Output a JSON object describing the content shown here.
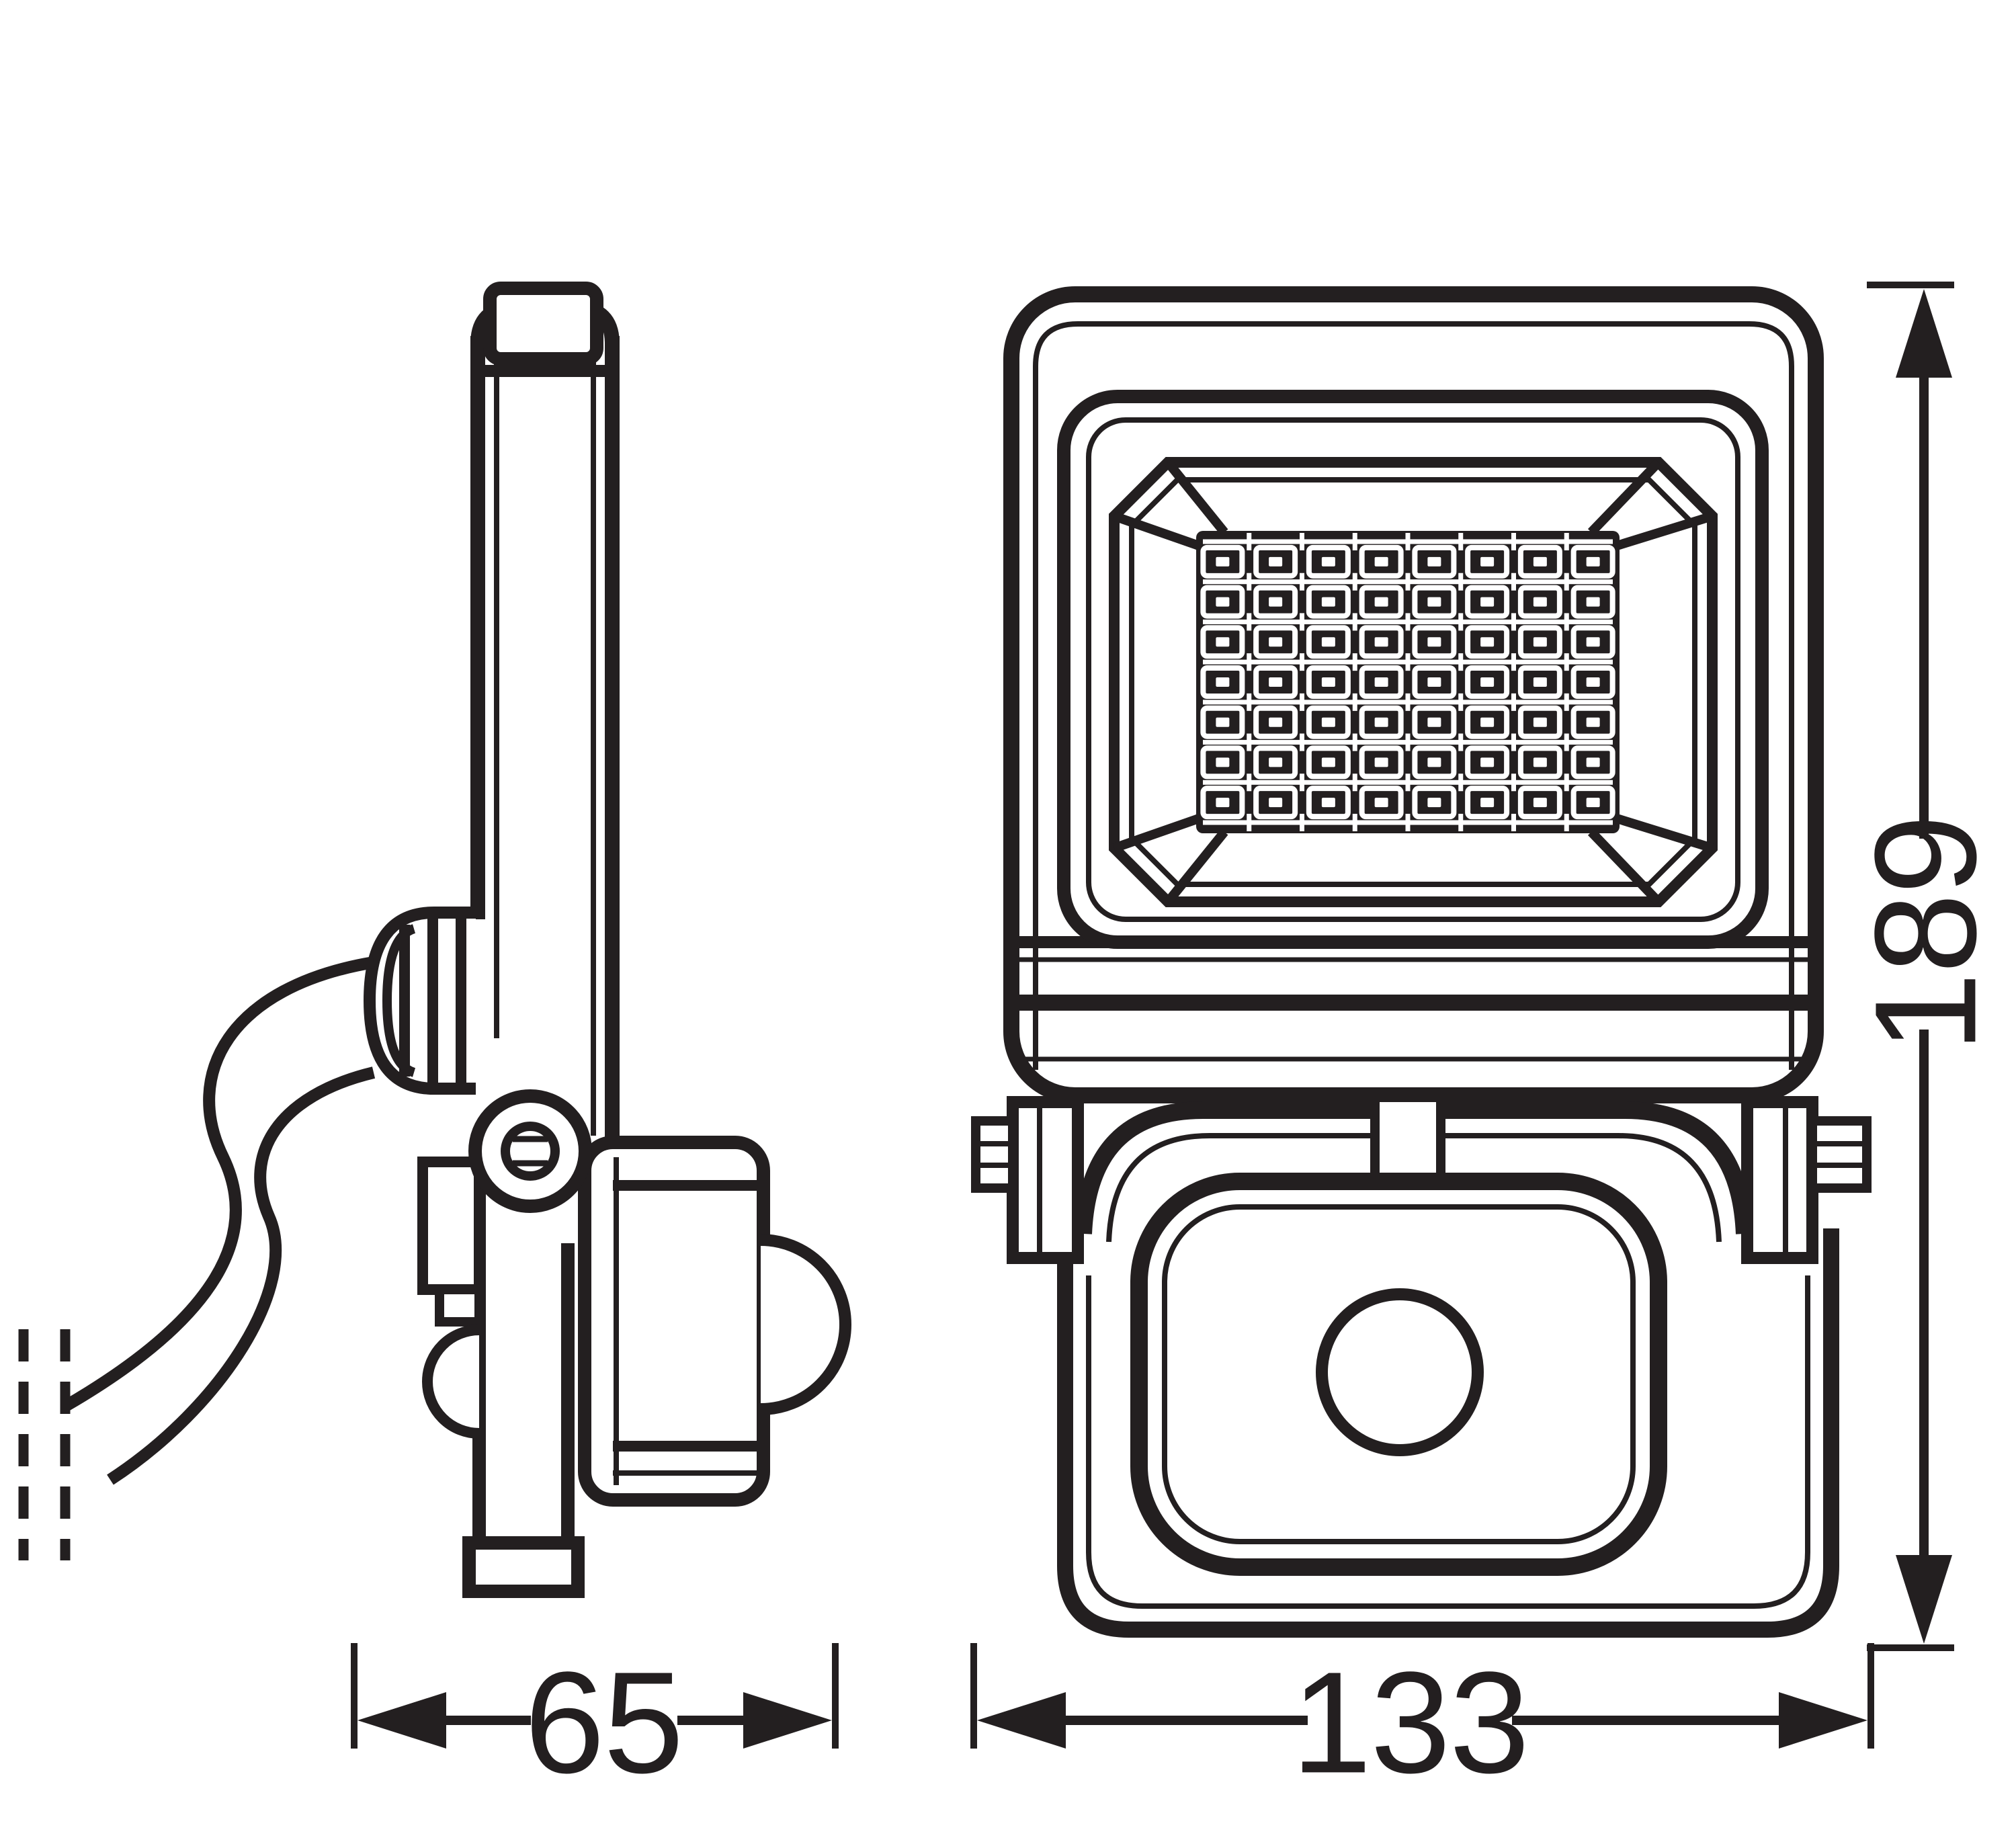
{
  "drawing_title": "floodlight-dimension-drawing",
  "colors": {
    "ink": "#231f20",
    "background": "#ffffff"
  },
  "dimensions": {
    "side_width": {
      "label": "65"
    },
    "front_width": {
      "label": "133"
    },
    "height": {
      "label": "189"
    }
  },
  "led_grid": {
    "rows": 7,
    "cols": 8
  }
}
